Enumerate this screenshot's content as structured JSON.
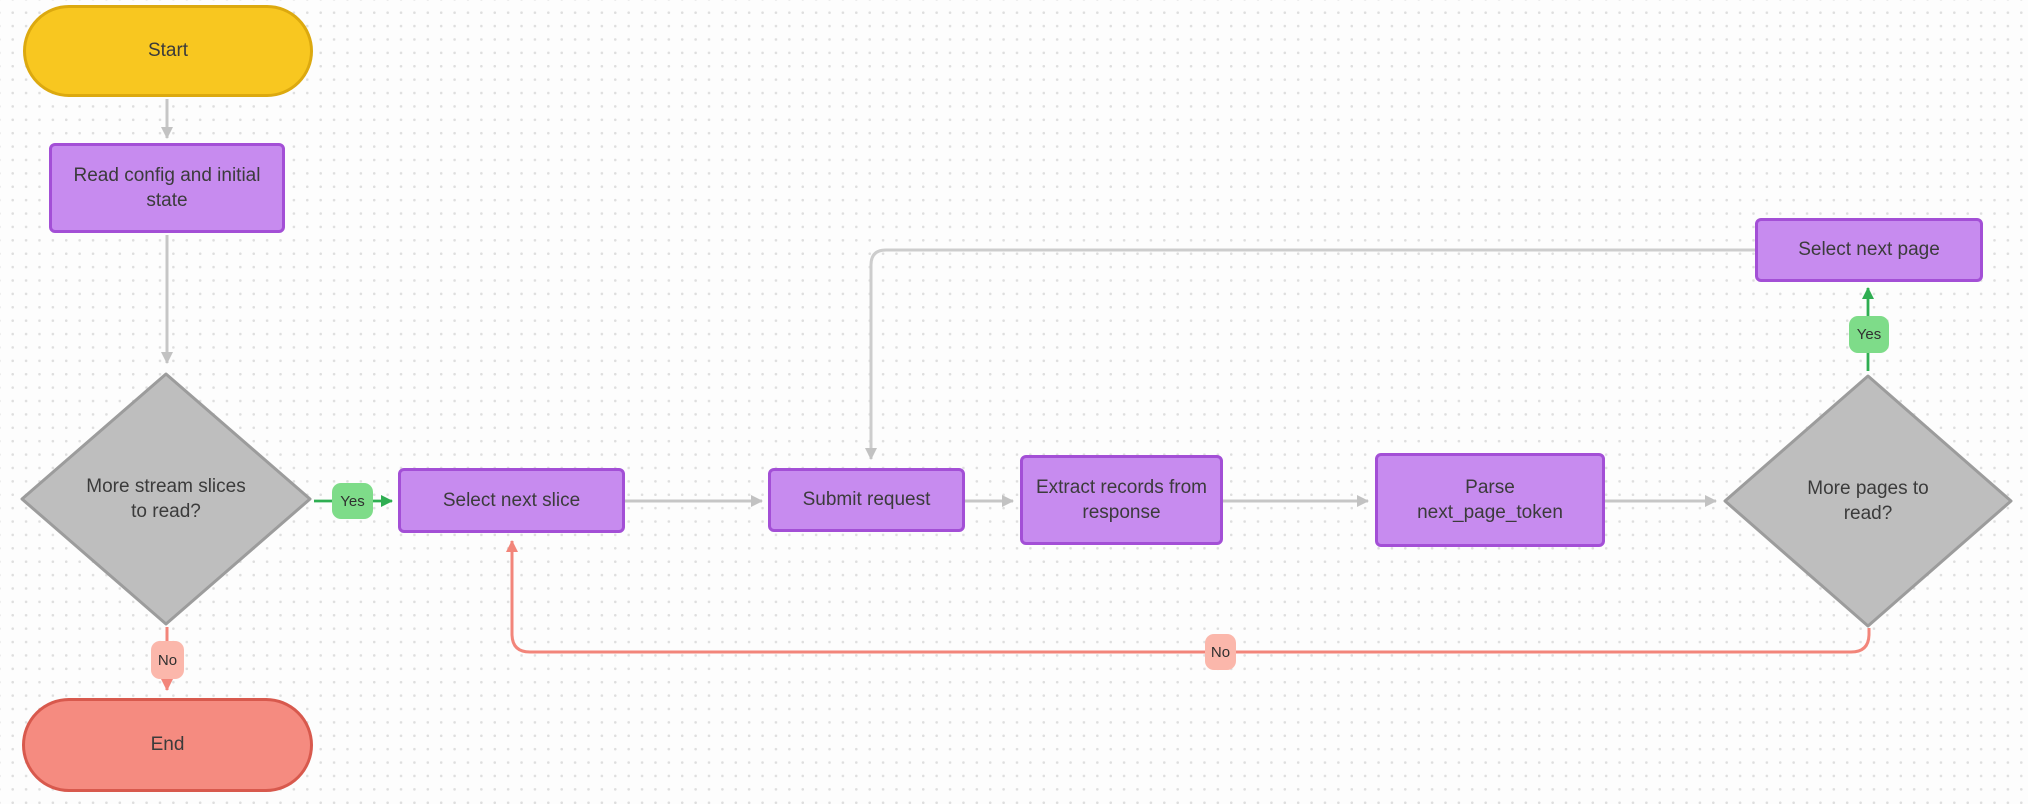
{
  "diagram": {
    "type": "flowchart",
    "background": "dot-grid",
    "nodes": [
      {
        "id": "start",
        "label": "Start",
        "shape": "stadium",
        "fill": "#F8C720",
        "border": "#DCA90F"
      },
      {
        "id": "read-config",
        "label": "Read config and initial state",
        "shape": "rectangle",
        "fill": "#C78BEF",
        "border": "#A34FD6"
      },
      {
        "id": "more-slices",
        "label": "More stream slices to read?",
        "shape": "diamond",
        "fill": "#BEBEBE",
        "border": "#9C9C9C"
      },
      {
        "id": "select-next-slice",
        "label": "Select next slice",
        "shape": "rectangle",
        "fill": "#C78BEF",
        "border": "#A34FD6"
      },
      {
        "id": "submit-request",
        "label": "Submit request",
        "shape": "rectangle",
        "fill": "#C78BEF",
        "border": "#A34FD6"
      },
      {
        "id": "extract-records",
        "label": "Extract records from response",
        "shape": "rectangle",
        "fill": "#C78BEF",
        "border": "#A34FD6"
      },
      {
        "id": "parse-token",
        "label": "Parse next_page_token",
        "shape": "rectangle",
        "fill": "#C78BEF",
        "border": "#A34FD6"
      },
      {
        "id": "more-pages",
        "label": "More pages to read?",
        "shape": "diamond",
        "fill": "#BEBEBE",
        "border": "#9C9C9C"
      },
      {
        "id": "select-next-page",
        "label": "Select next page",
        "shape": "rectangle",
        "fill": "#C78BEF",
        "border": "#A34FD6"
      },
      {
        "id": "end",
        "label": "End",
        "shape": "stadium",
        "fill": "#F58B80",
        "border": "#D8594D"
      }
    ],
    "edges": [
      {
        "from": "start",
        "to": "read-config",
        "label": "",
        "color": "#C6C6C6"
      },
      {
        "from": "read-config",
        "to": "more-slices",
        "label": "",
        "color": "#C6C6C6"
      },
      {
        "from": "more-slices",
        "to": "select-next-slice",
        "label": "Yes",
        "color": "#2FAE52"
      },
      {
        "from": "more-slices",
        "to": "end",
        "label": "No",
        "color": "#F2857A"
      },
      {
        "from": "select-next-slice",
        "to": "submit-request",
        "label": "",
        "color": "#C6C6C6"
      },
      {
        "from": "submit-request",
        "to": "extract-records",
        "label": "",
        "color": "#C6C6C6"
      },
      {
        "from": "extract-records",
        "to": "parse-token",
        "label": "",
        "color": "#C6C6C6"
      },
      {
        "from": "parse-token",
        "to": "more-pages",
        "label": "",
        "color": "#C6C6C6"
      },
      {
        "from": "more-pages",
        "to": "select-next-page",
        "label": "Yes",
        "color": "#2FAE52"
      },
      {
        "from": "select-next-page",
        "to": "submit-request",
        "label": "",
        "color": "#C6C6C6"
      },
      {
        "from": "more-pages",
        "to": "select-next-slice",
        "label": "No",
        "color": "#F2857A"
      }
    ],
    "colors": {
      "connector_gray": "#C6C6C6",
      "connector_green": "#2FAE52",
      "connector_red": "#F2857A",
      "label_yes_bg": "#7EDC89",
      "label_no_bg": "#FBB7AB",
      "node_text": "#3B3B3B",
      "canvas_bg": "#FDFDFD",
      "dot_color": "#DEDEDE"
    }
  }
}
